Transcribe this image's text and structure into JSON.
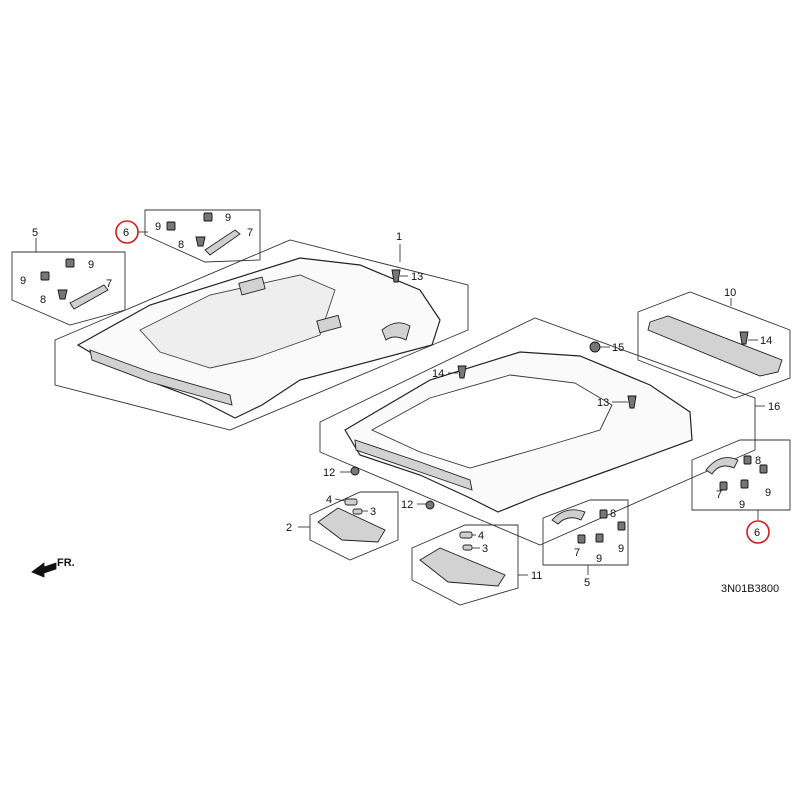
{
  "diagram_code": "3N01B3800",
  "front_label": "FR.",
  "highlight_color": "#d21b1b",
  "callouts": {
    "c1": "1",
    "c2": "2",
    "c3a": "3",
    "c3b": "3",
    "c4a": "4",
    "c4b": "4",
    "c5a": "5",
    "c5b": "5",
    "c6a": "6",
    "c6b": "6",
    "c7a": "7",
    "c7b": "7",
    "c7c": "7",
    "c7d": "7",
    "c8a": "8",
    "c8b": "8",
    "c8c": "8",
    "c8d": "8",
    "c9a": "9",
    "c9b": "9",
    "c9c": "9",
    "c9d": "9",
    "c9e": "9",
    "c9f": "9",
    "c9g": "9",
    "c9h": "9",
    "c10": "10",
    "c11": "11",
    "c12a": "12",
    "c12b": "12",
    "c13a": "13",
    "c13b": "13",
    "c14a": "14",
    "c14b": "14",
    "c15": "15",
    "c16": "16"
  }
}
